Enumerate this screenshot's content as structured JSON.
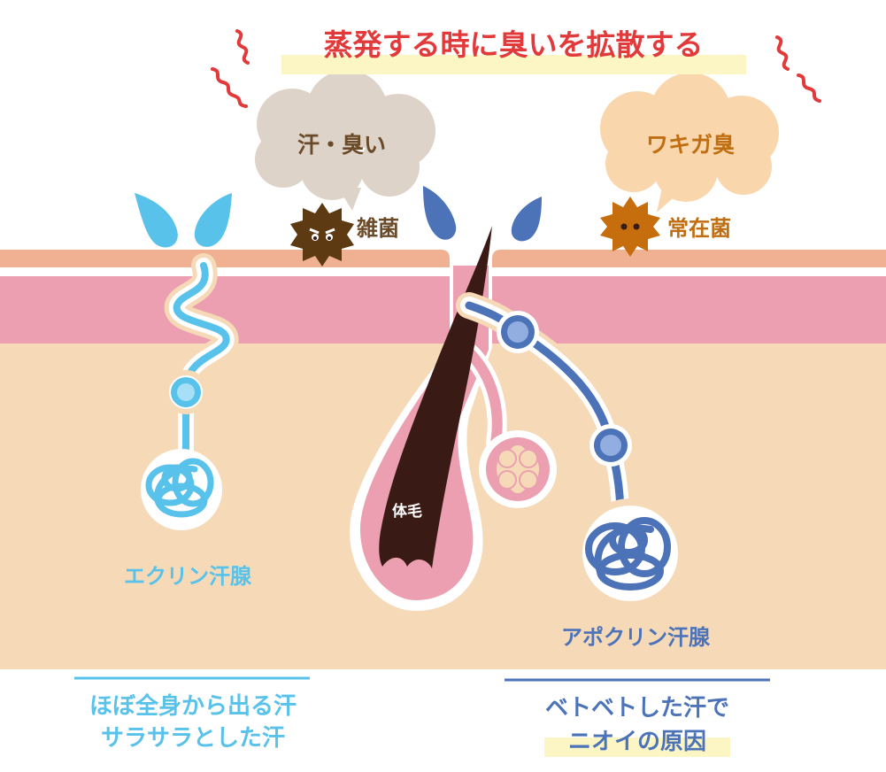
{
  "title": "蒸発する時に臭いを拡散する",
  "bubbles": {
    "left": "汗・臭い",
    "right": "ワキガ臭"
  },
  "bacteria": {
    "left": "雑菌",
    "right": "常在菌"
  },
  "labels": {
    "hair": "体毛",
    "eccrine": "エクリン汗腺",
    "apocrine": "アポクリン汗腺"
  },
  "captions": {
    "eccrine_line1": "ほぼ全身から出る汗",
    "eccrine_line2": "サラサラとした汗",
    "apocrine_line1": "ベトベトした汗で",
    "apocrine_line2": "ニオイの原因"
  },
  "colors": {
    "title_red": "#e23a3a",
    "highlight_yellow": "#fbf6c4",
    "skin_outer": "#efb191",
    "skin_pink": "#eb9fb0",
    "skin_inner": "#f6dab8",
    "hair": "#3a1a14",
    "eccrine_blue": "#58c2ea",
    "apocrine_blue": "#4c72b8",
    "bubble_gray": "#ded3c8",
    "bubble_orange": "#fad6ac",
    "bacteria_dark": "#5e3a12",
    "bacteria_orange": "#c66e0e",
    "label_brown": "#6b4a2a",
    "label_orange": "#c06e12"
  }
}
